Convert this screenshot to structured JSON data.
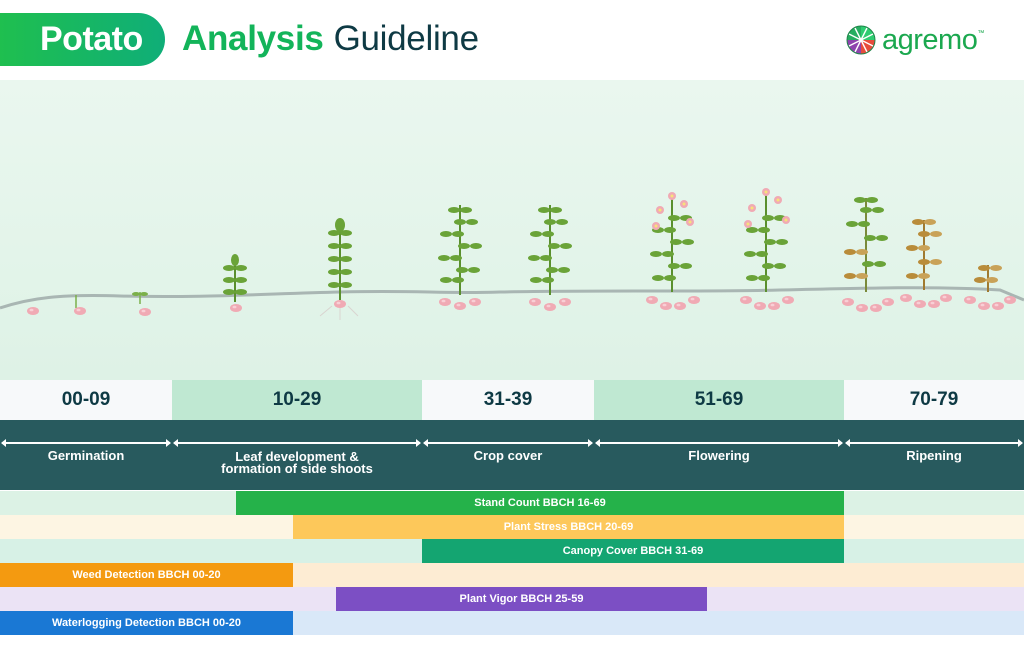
{
  "header": {
    "pill_text": "Potato",
    "accent_text": "Analysis",
    "title_text": "Guideline",
    "logo_text": "agremo",
    "logo_tm": "™"
  },
  "bbch_ranges": [
    {
      "label": "00-09",
      "bg": "#f7f9fa"
    },
    {
      "label": "10-29",
      "bg": "#bfe8d2"
    },
    {
      "label": "31-39",
      "bg": "#f7f9fa"
    },
    {
      "label": "51-69",
      "bg": "#bfe8d2"
    },
    {
      "label": "70-79",
      "bg": "#f7f9fa"
    }
  ],
  "stages": [
    {
      "label": "Germination"
    },
    {
      "label": "Leaf development &\nformation of side shoots"
    },
    {
      "label": "Crop cover"
    },
    {
      "label": "Flowering"
    },
    {
      "label": "Ripening"
    }
  ],
  "analyses": [
    {
      "label": "Stand Count BBCH 16-69",
      "color": "#25b24a",
      "track": "#dcf2e5"
    },
    {
      "label": "Plant Stress BBCH 20-69",
      "color": "#fdc85a",
      "track": "#fdf5e3"
    },
    {
      "label": "Canopy Cover BBCH 31-69",
      "color": "#14a571",
      "track": "#d7f1e6"
    },
    {
      "label": "Weed Detection BBCH 00-20",
      "color": "#f49a10",
      "track": "#fdecd3"
    },
    {
      "label": "Plant Vigor BBCH 25-59",
      "color": "#7c4fc4",
      "track": "#ebe3f5"
    },
    {
      "label": "Waterlogging Detection BBCH 00-20",
      "color": "#1a78d4",
      "track": "#d9e8f8"
    }
  ],
  "colors": {
    "stage_band": "#285a5e",
    "title_dark": "#0e3a44",
    "brand_green": "#13b45a",
    "flower_pink": "#f0aab4",
    "leaf_green": "#6aa338",
    "dry_leaf": "#b98c3a"
  }
}
